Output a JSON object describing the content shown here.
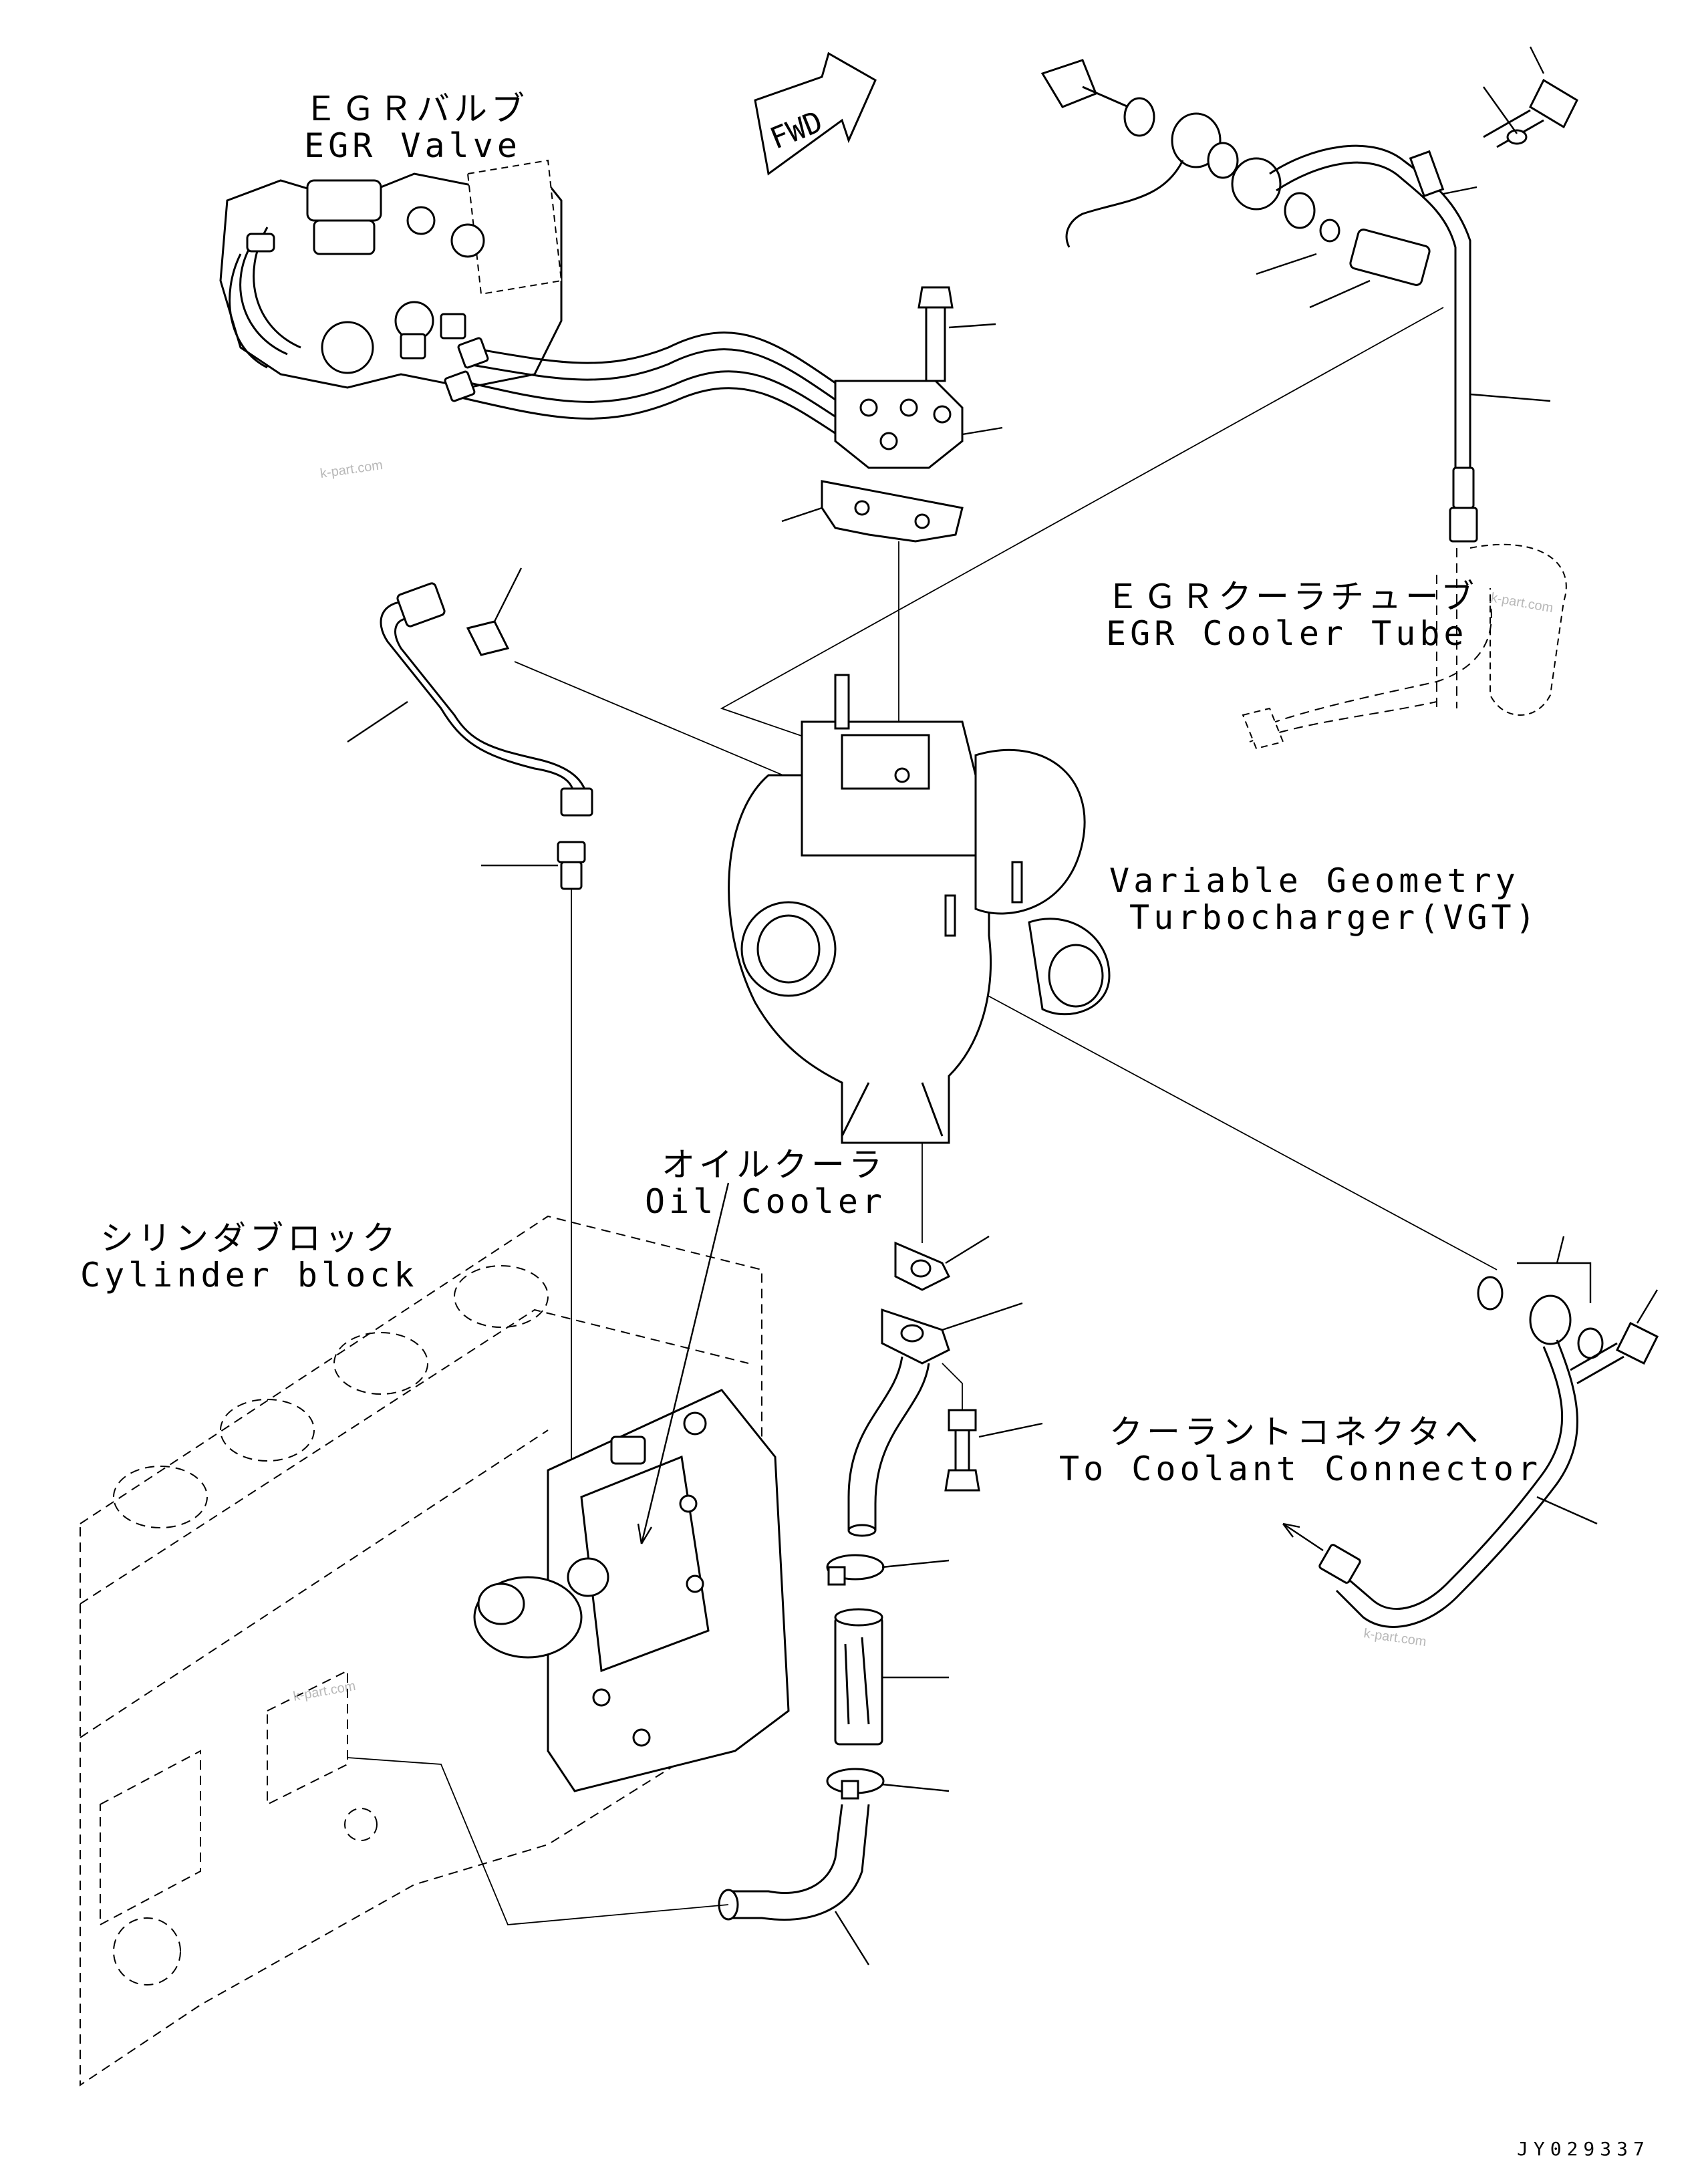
{
  "labels": {
    "egr_valve_jp": "ＥＧＲバルブ",
    "egr_valve_en": "EGR Valve",
    "egr_cooler_tube_jp": "ＥＧＲクーラチューブ",
    "egr_cooler_tube_en": "EGR Cooler Tube",
    "vgt_line1": "Variable Geometry",
    "vgt_line2": "Turbocharger(VGT)",
    "oil_cooler_jp": "オイルクーラ",
    "oil_cooler_en": "Oil Cooler",
    "cylinder_block_jp": "シリンダブロック",
    "cylinder_block_en": "Cylinder block",
    "coolant_connector_jp": "クーラントコネクタへ",
    "coolant_connector_en": "To Coolant Connector",
    "fwd": "FWD"
  },
  "watermark": "k-part.com",
  "drawing_number": "JY029337"
}
